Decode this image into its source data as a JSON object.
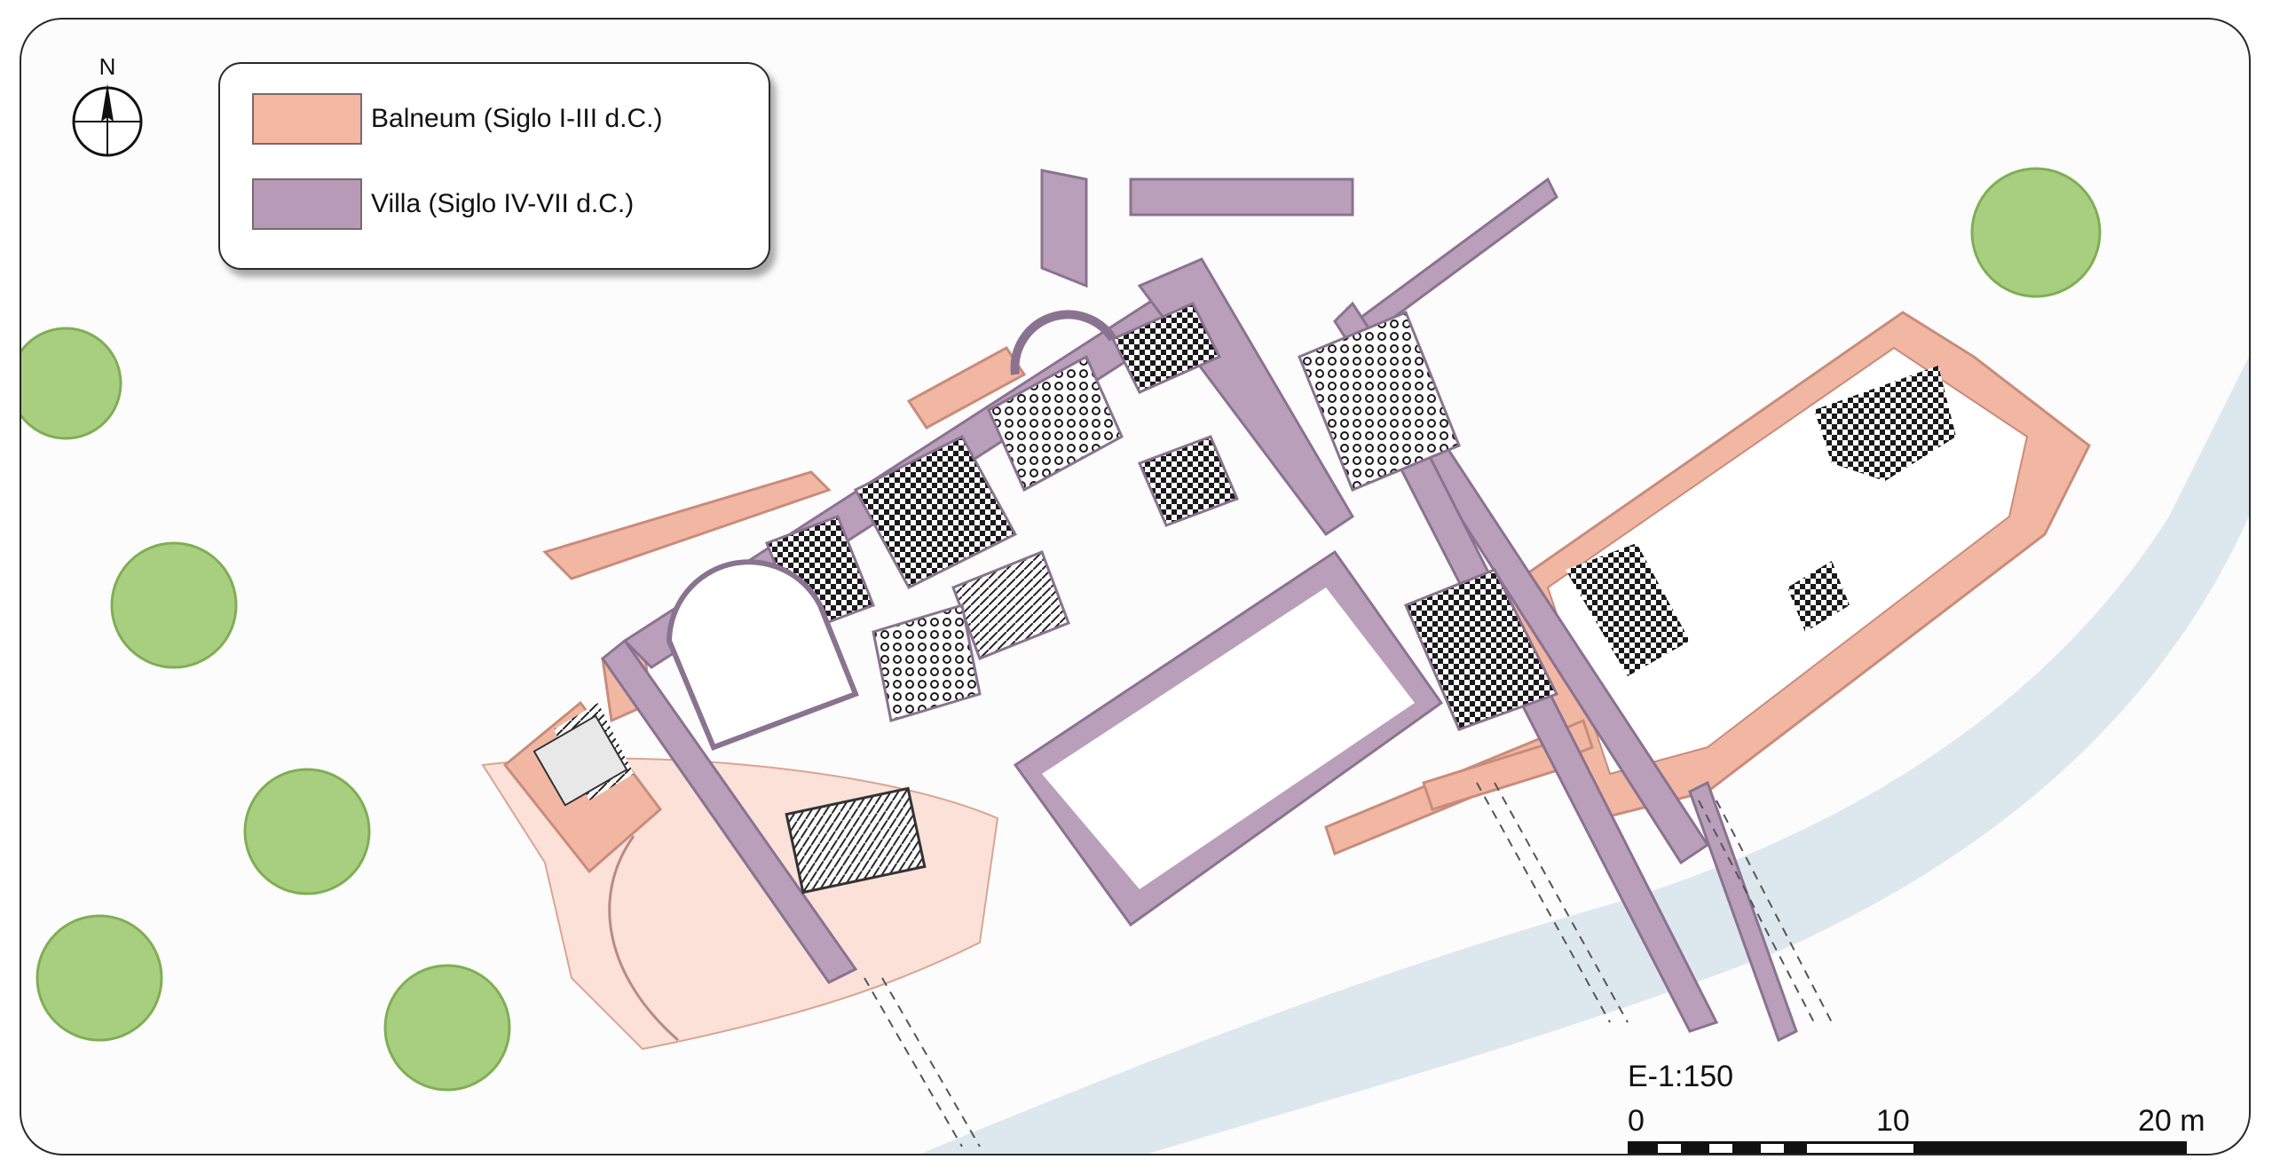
{
  "legend": {
    "items": [
      {
        "label": "Balneum (Siglo I-III d.C.)",
        "color": "#f4b8a2",
        "border": "#c98c7a"
      },
      {
        "label": "Villa (Siglo IV-VII d.C.)",
        "color": "#b79ab8",
        "border": "#8a7390"
      }
    ]
  },
  "north_arrow": {
    "label": "N"
  },
  "scale": {
    "title": "E-1:150",
    "ticks": [
      "0",
      "10",
      "20 m"
    ]
  },
  "colors": {
    "balneum_fill": "#f2b7a3",
    "balneum_light": "#fbe1d8",
    "villa_fill": "#b99fba",
    "river": "#dde8ee",
    "tree": "#a8cf80",
    "mosaic": "#1a1a1a"
  },
  "icons": [
    "north-arrow-icon",
    "tree-icon"
  ]
}
